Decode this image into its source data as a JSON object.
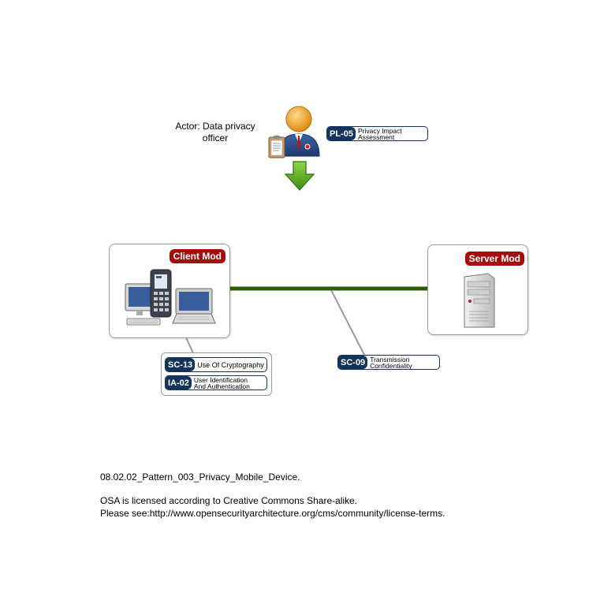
{
  "actor": {
    "label_line1": "Actor: Data privacy",
    "label_line2": "officer"
  },
  "actor_control": {
    "code": "PL-05",
    "line1": "Privacy Impact",
    "line2": "Assessment"
  },
  "client_module": {
    "label": "Client Mod"
  },
  "server_module": {
    "label": "Server Mod"
  },
  "client_controls": [
    {
      "code": "SC-13",
      "line1": "Use Of Cryptography",
      "line2": ""
    },
    {
      "code": "IA-02",
      "line1": "User Identification",
      "line2": "And Authentication"
    }
  ],
  "link_control": {
    "code": "SC-09",
    "line1": "Transmission",
    "line2": "Confidentiality"
  },
  "footer": {
    "pattern_name": "08.02.02_Pattern_003_Privacy_Mobile_Device.",
    "license_line": "OSA is licensed according to Creative Commons Share-alike.",
    "see_line": "Please see:http://www.opensecurityarchitecture.org/cms/community/license-terms."
  },
  "colors": {
    "control_navy": "#13325c",
    "module_red": "#a50d0d",
    "link_green": "#2e6b0a",
    "arrow_green": "#5fb31c"
  }
}
